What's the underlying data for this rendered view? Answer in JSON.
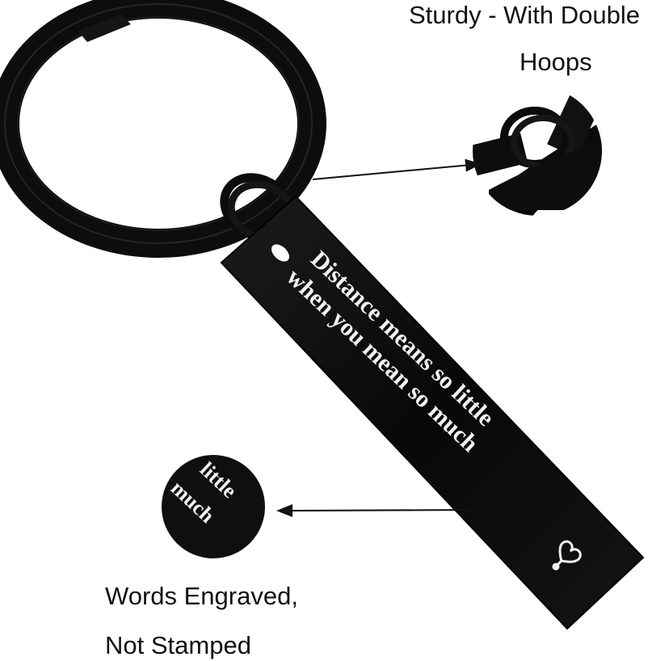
{
  "callouts": {
    "hoops_line1": "Sturdy - With Double",
    "hoops_line2": "Hoops",
    "engraved_line1": "Words Engraved,",
    "engraved_line2": "Not Stamped"
  },
  "tag": {
    "line1": "Distance means so little",
    "line2": "when you mean so much"
  },
  "zoom_detail": {
    "word1": "little",
    "word2": "much"
  },
  "colors": {
    "metal": "#0b0b0b",
    "engraving": "#f2f2f2",
    "text": "#111111",
    "background": "#ffffff"
  }
}
